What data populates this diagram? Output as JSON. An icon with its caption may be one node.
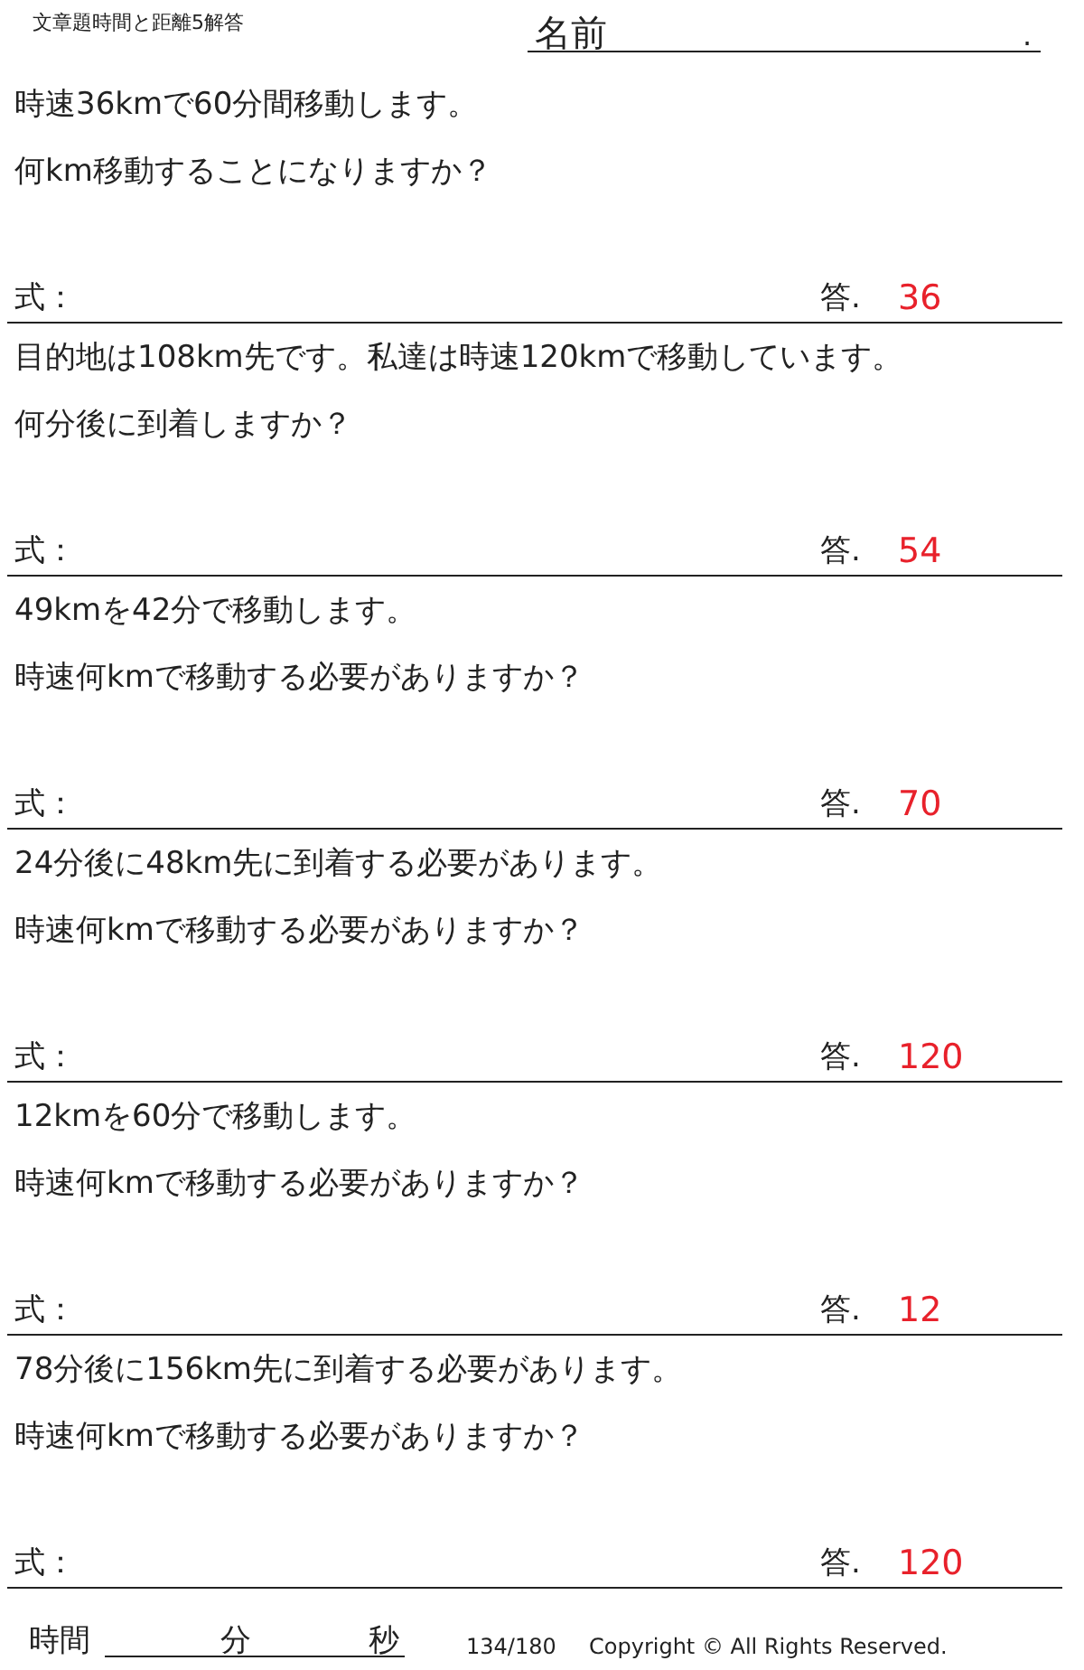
{
  "diagram": {
    "title": "文章題時間と距離5解答",
    "labels": [
      "名前",
      ".",
      "時速36kmで60分間移動します。",
      "何km移動することになりますか？",
      "式：",
      "答.",
      "36",
      "目的地は108km先です。私達は時速120kmで移動しています。",
      "何分後に到着しますか？",
      "式：",
      "答.",
      "54",
      "49kmを42分で移動します。",
      "時速何kmで移動する必要がありますか？",
      "式：",
      "答.",
      "70",
      "24分後に48km先に到着する必要があります。",
      "時速何kmで移動する必要がありますか？",
      "式：",
      "答.",
      "120",
      "12kmを60分で移動します。",
      "時速何kmで移動する必要がありますか？",
      "式：",
      "答.",
      "12",
      "78分後に156km先に到着する必要があります。",
      "時速何kmで移動する必要がありますか？",
      "式：",
      "答.",
      "120",
      "時間",
      "分",
      "秒",
      "134/180",
      "Copyright © All Rights Reserved."
    ]
  }
}
